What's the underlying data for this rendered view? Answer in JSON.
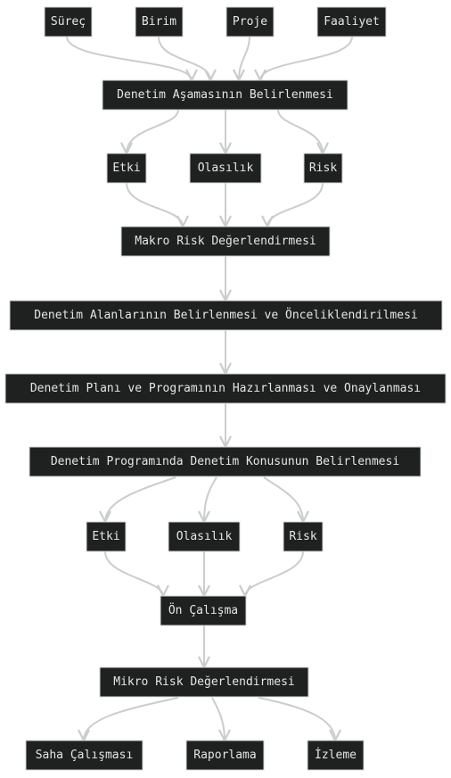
{
  "nodes": {
    "surec": "Süreç",
    "birim": "Birim",
    "proje": "Proje",
    "faaliyet": "Faaliyet",
    "asama": "Denetim Aşamasının Belirlenmesi",
    "etki1": "Etki",
    "olasilik1": "Olasılık",
    "risk1": "Risk",
    "makro": "Makro Risk Değerlendirmesi",
    "alanlar": "Denetim Alanlarının Belirlenmesi ve Önceliklendirilmesi",
    "plan": "Denetim Planı ve Programının Hazırlanması ve Onaylanması",
    "konu": "Denetim Programında Denetim Konusunun Belirlenmesi",
    "etki2": "Etki",
    "olasilik2": "Olasılık",
    "risk2": "Risk",
    "on_calisma": "Ön Çalışma",
    "mikro": "Mikro Risk Değerlendirmesi",
    "saha": "Saha Çalışması",
    "raporlama": "Raporlama",
    "izleme": "İzleme"
  },
  "colors": {
    "node_fill": "#1f2020",
    "node_border": "#cfd3d6",
    "node_text": "#e6e6e6",
    "edge": "#cccccc",
    "background": "#ffffff"
  }
}
